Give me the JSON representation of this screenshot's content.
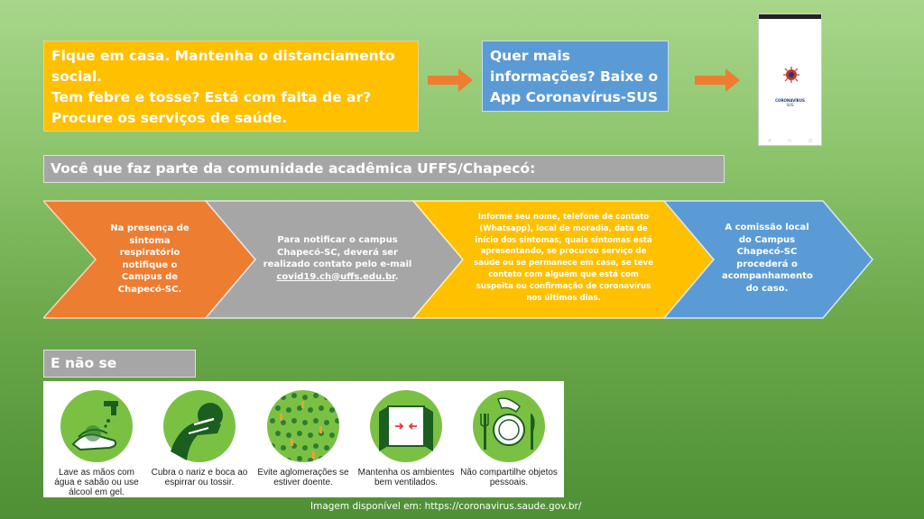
{
  "box_stay": {
    "line1": "Fique em casa. Mantenha o distanciamento social.",
    "line2": "Tem febre e tosse? Está com falta de ar? Procure os serviços de saúde."
  },
  "box_info": {
    "text": "Quer mais informações? Baixe o App Coronavírus-SUS"
  },
  "phone": {
    "logo_title": "CORONAVÍRUS",
    "logo_sub": "SUS"
  },
  "community_heading": "Você que faz parte da comunidade acadêmica UFFS/Chapecó:",
  "steps": [
    {
      "text": "Na presença de sintoma respiratório notifique o Campus de Chapecó-SC.",
      "color": "#ed7d31"
    },
    {
      "text_before": "Para notificar o campus Chapecó-SC, deverá ser realizado contato pelo e-mail",
      "email": "covid19.ch@uffs.edu.br",
      "text_after": ".",
      "color": "#a6a6a6"
    },
    {
      "text": "Informe seu nome, telefone de contato (Whatsapp), local de moradia, data de início dos sintomas, quais sintomas está apresentando, se procurou serviço de saúde ou se permanece em casa, se teve contato com alguém que está com suspeita ou confirmação de coronavírus nos últimos dias.",
      "color": "#ffc000"
    },
    {
      "text": "A comissão local do Campus Chapecó-SC procederá o acompanhamento do caso.",
      "color": "#5b9bd5"
    }
  ],
  "forget_heading": "E não se esqueça:",
  "tips": [
    {
      "label": "Lave as mãos com água e sabão ou use álcool em gel.",
      "icon": "hand-washing-icon"
    },
    {
      "label": "Cubra o nariz e boca ao espirrar ou tossir.",
      "icon": "cough-elbow-icon"
    },
    {
      "label": "Evite aglomerações se estiver doente.",
      "icon": "crowd-icon"
    },
    {
      "label": "Mantenha os ambientes bem ventilados.",
      "icon": "open-window-icon"
    },
    {
      "label": "Não compartilhe objetos pessoais.",
      "icon": "plate-cutlery-icon"
    }
  ],
  "credit": "Imagem disponível em: https://coronavirus.saude.gov.br/",
  "colors": {
    "orange": "#ed7d31",
    "gray": "#a6a6a6",
    "yellow": "#ffc000",
    "blue": "#5b9bd5",
    "icon_green": "#7ac143",
    "icon_dark": "#2e7d32"
  }
}
